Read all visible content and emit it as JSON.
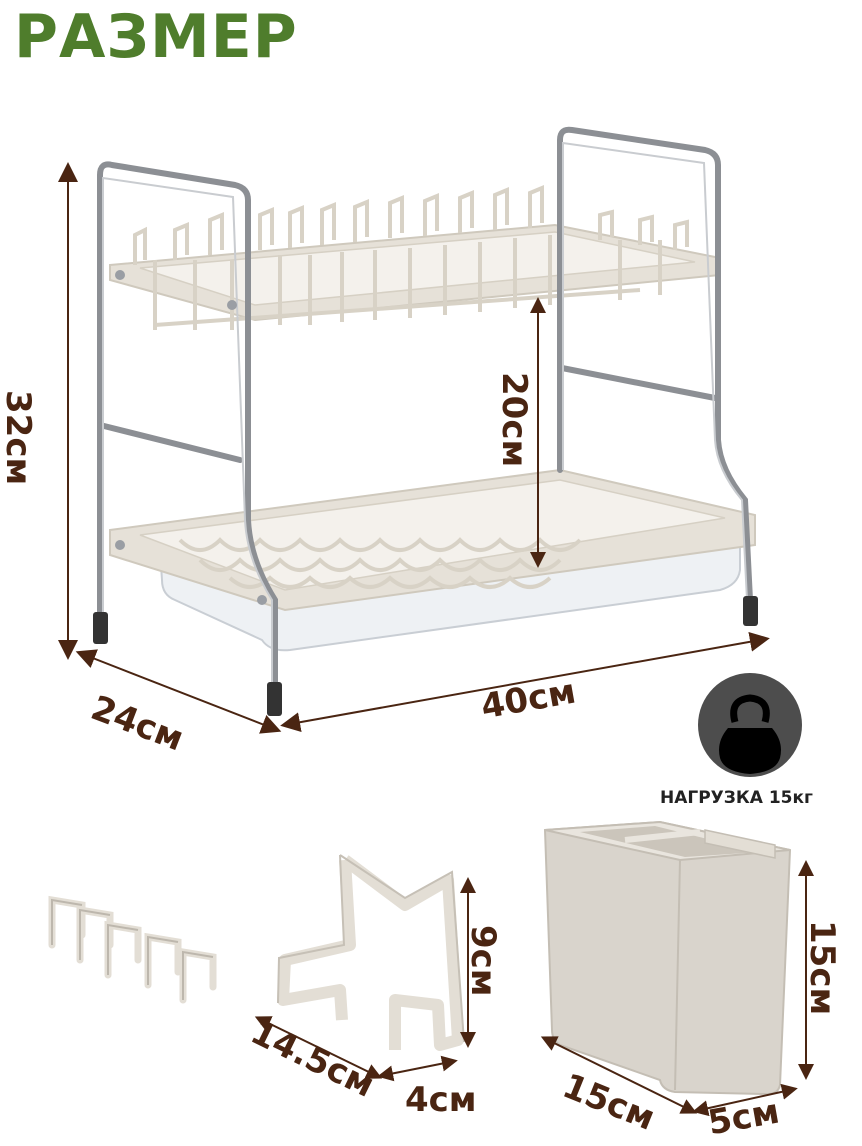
{
  "title": "РАЗМЕР",
  "dimensions": {
    "height_total": "32см",
    "shelf_gap": "20см",
    "depth": "24см",
    "width": "40см"
  },
  "load": {
    "label": "НАГРУЗКА 15кг",
    "icon": "kettlebell-icon"
  },
  "accessories": {
    "board_holder": {
      "height": "9см",
      "length": "14.5см",
      "width": "4см"
    },
    "utensil_cup": {
      "height": "15см",
      "length": "15см",
      "width": "5см"
    }
  },
  "colors": {
    "title": "#4f7d2c",
    "dimension_text": "#4a2512",
    "chrome": "#8c8f94",
    "plastic": "#e6e1d8",
    "cup": "#d9d4cc",
    "tray": "#eef1f4"
  }
}
